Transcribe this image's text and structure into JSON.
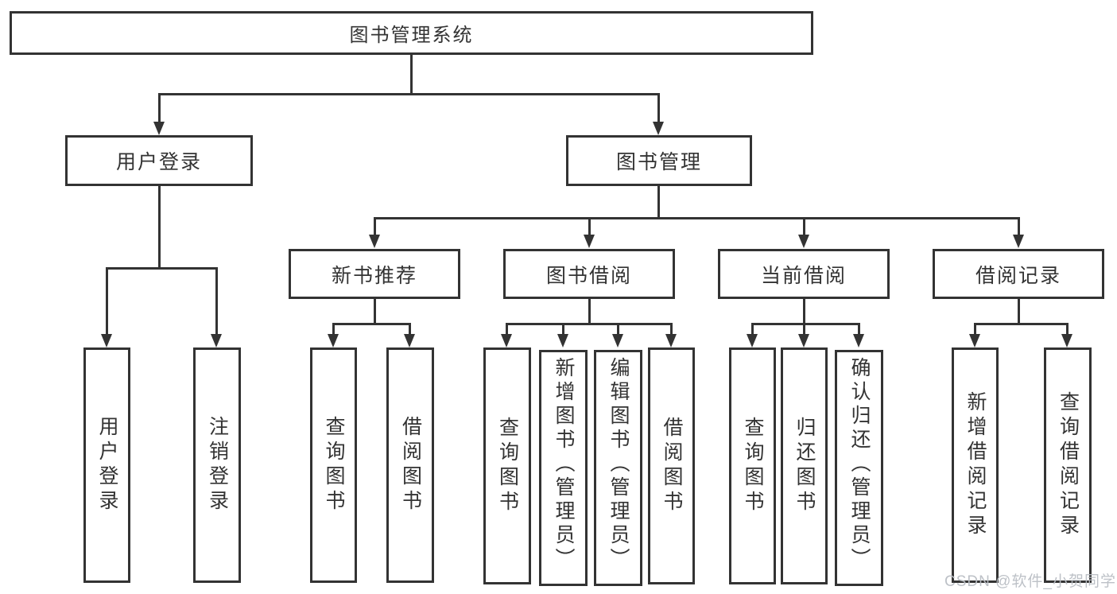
{
  "diagram": {
    "type": "hierarchy-tree",
    "colors": {
      "line": "#333333",
      "text": "#333333",
      "background": "#ffffff",
      "watermark": "#b9bec4"
    },
    "tree": {
      "label": "图书管理系统",
      "children": [
        {
          "label": "用户登录",
          "children": [
            {
              "label": "用户登录"
            },
            {
              "label": "注销登录"
            }
          ]
        },
        {
          "label": "图书管理",
          "children": [
            {
              "label": "新书推荐",
              "children": [
                {
                  "label": "查询图书"
                },
                {
                  "label": "借阅图书"
                }
              ]
            },
            {
              "label": "图书借阅",
              "children": [
                {
                  "label": "查询图书"
                },
                {
                  "label": "新增图书（管理员）"
                },
                {
                  "label": "编辑图书（管理员）"
                },
                {
                  "label": "借阅图书"
                }
              ]
            },
            {
              "label": "当前借阅",
              "children": [
                {
                  "label": "查询图书"
                },
                {
                  "label": "归还图书"
                },
                {
                  "label": "确认归还（管理员）"
                }
              ]
            },
            {
              "label": "借阅记录",
              "children": [
                {
                  "label": "新增借阅记录"
                },
                {
                  "label": "查询借阅记录"
                }
              ]
            }
          ]
        }
      ]
    }
  },
  "watermark": {
    "text": "CSDN @软件_小贺同学"
  }
}
